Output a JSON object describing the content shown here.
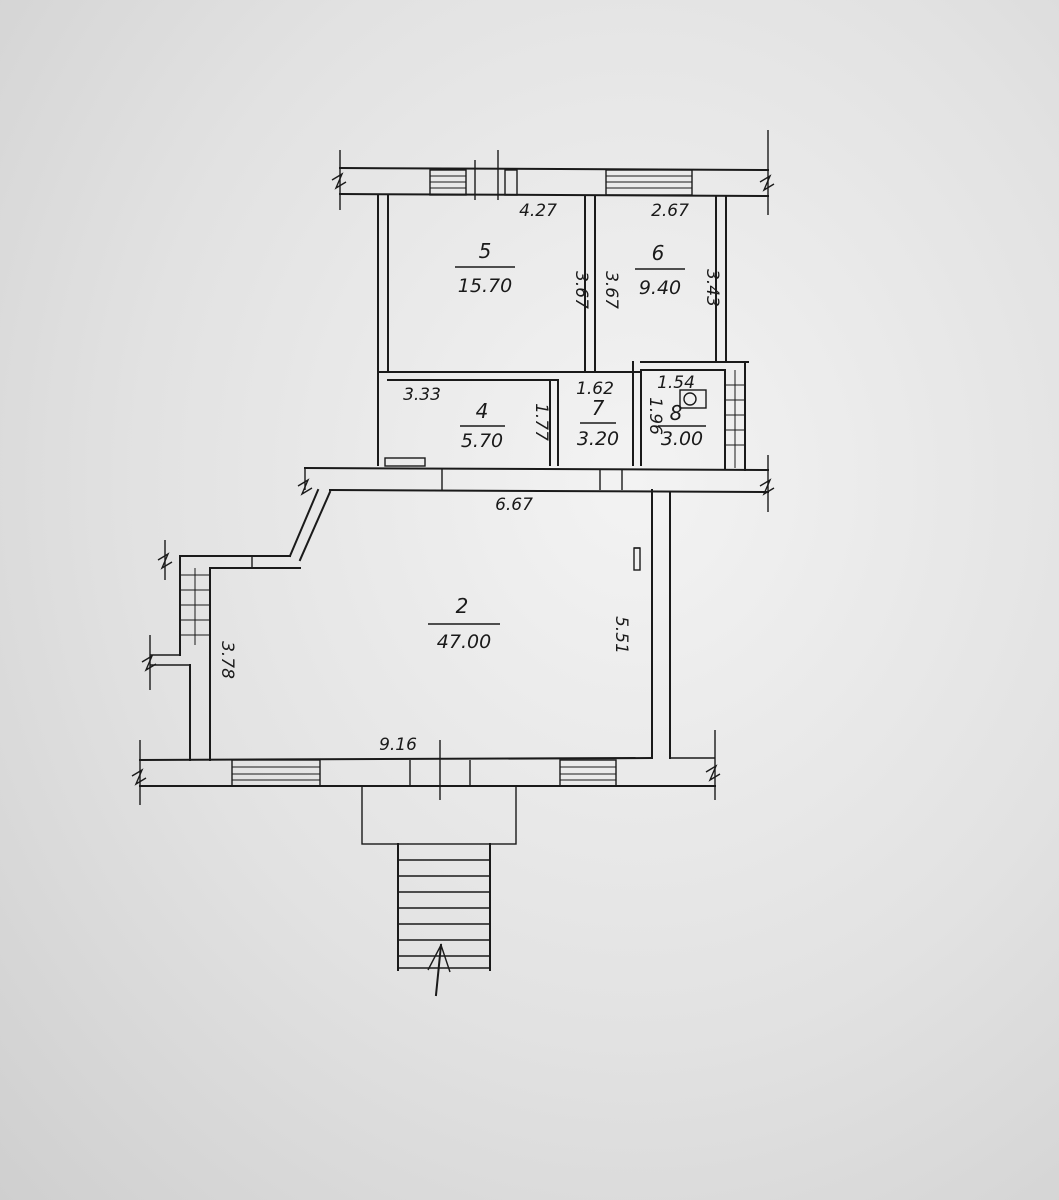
{
  "rooms": [
    {
      "id": "r2",
      "number": "2",
      "area": "47.00"
    },
    {
      "id": "r4",
      "number": "4",
      "area": "5.70"
    },
    {
      "id": "r5",
      "number": "5",
      "area": "15.70"
    },
    {
      "id": "r6",
      "number": "6",
      "area": "9.40"
    },
    {
      "id": "r7",
      "number": "7",
      "area": "3.20"
    },
    {
      "id": "r8",
      "number": "8",
      "area": "3.00"
    }
  ],
  "dimensions": {
    "r5_width": "4.27",
    "r6_width": "2.67",
    "r5_height": "3.67",
    "r6_height_left": "3.67",
    "r6_height_right": "3.43",
    "r4_width": "3.33",
    "r4_height": "1.77",
    "r7_width": "1.62",
    "r8_width": "1.54",
    "r8_height": "1.96",
    "r2_top_width": "6.67",
    "r2_right_height": "5.51",
    "r2_left_height": "3.78",
    "r2_bottom_width": "9.16"
  }
}
